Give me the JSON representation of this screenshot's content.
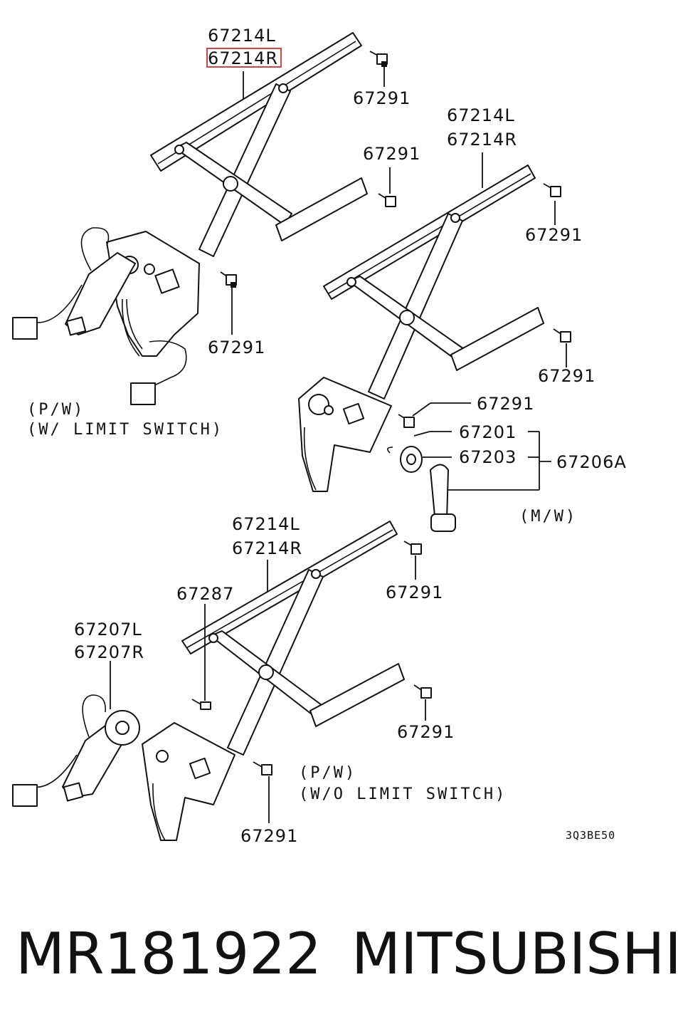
{
  "labels": {
    "a_l": "67214L",
    "a_r": "67214R",
    "a_b1": "67291",
    "a_b2": "67291",
    "b_l": "67214L",
    "b_r": "67214R",
    "b_b1": "67291",
    "b_b2": "67291",
    "b_b3": "67291",
    "b_201": "67201",
    "b_203": "67203",
    "b_206": "67206A",
    "b_mw": "(M/W)",
    "a_pw": "(P/W)",
    "a_sw": "(W/ LIMIT SWITCH)",
    "c_l": "67214L",
    "c_r": "67214R",
    "c_287": "67287",
    "c_207l": "67207L",
    "c_207r": "67207R",
    "c_b1": "67291",
    "c_b2": "67291",
    "c_b3": "67291",
    "c_pw": "(P/W)",
    "c_sw": "(W/O LIMIT SWITCH)",
    "code": "3Q3BE50"
  },
  "highlight_color": "#d64545",
  "footer": {
    "part_number": "MR181922",
    "brand": "MITSUBISHI"
  }
}
